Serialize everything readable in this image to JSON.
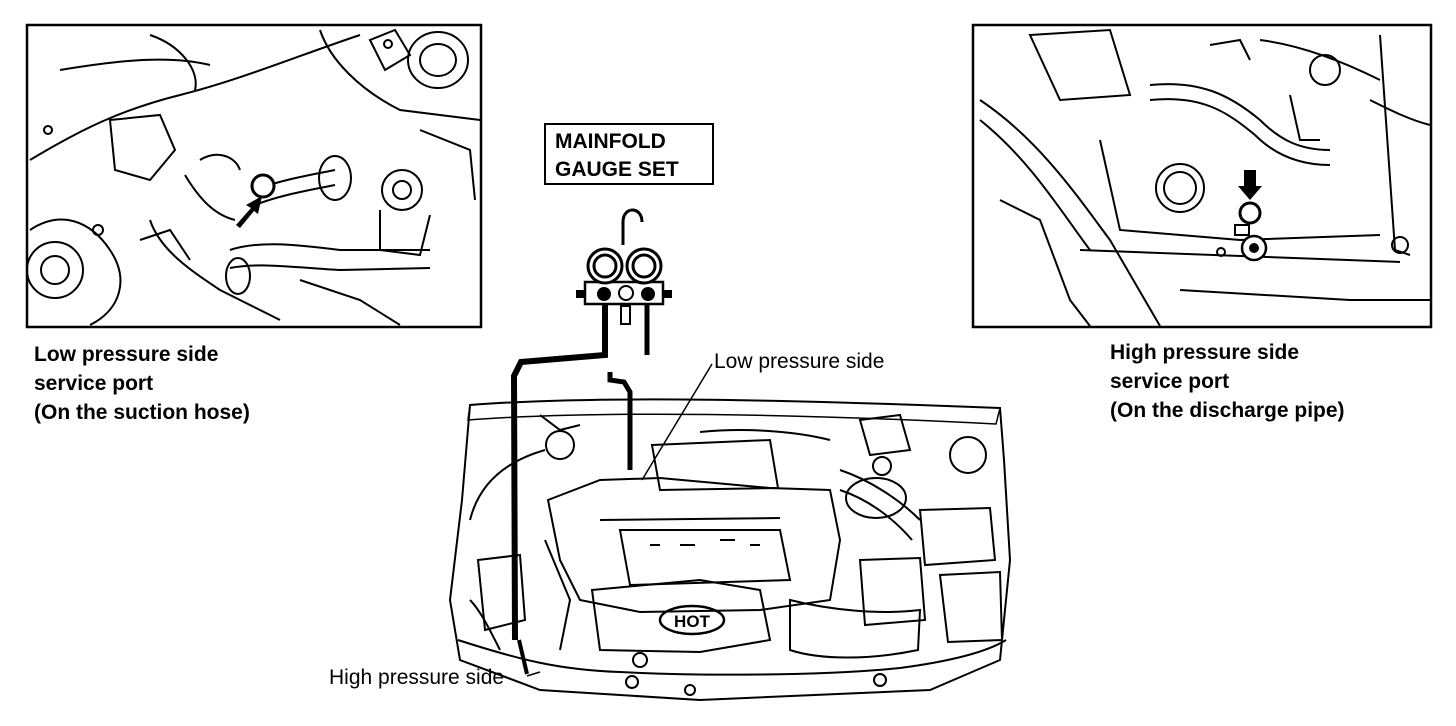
{
  "left_inset": {
    "lines": [
      "Low pressure side",
      "service port",
      "(On the suction hose)"
    ]
  },
  "right_inset": {
    "lines": [
      "High pressure side",
      "service port",
      "(On the discharge pipe)"
    ]
  },
  "gauge": {
    "lines": [
      "MAINFOLD",
      "GAUGE SET"
    ]
  },
  "callouts": {
    "low_pressure": "Low pressure side",
    "high_pressure": "High pressure side"
  },
  "engine": {
    "hot_label": "HOT"
  }
}
